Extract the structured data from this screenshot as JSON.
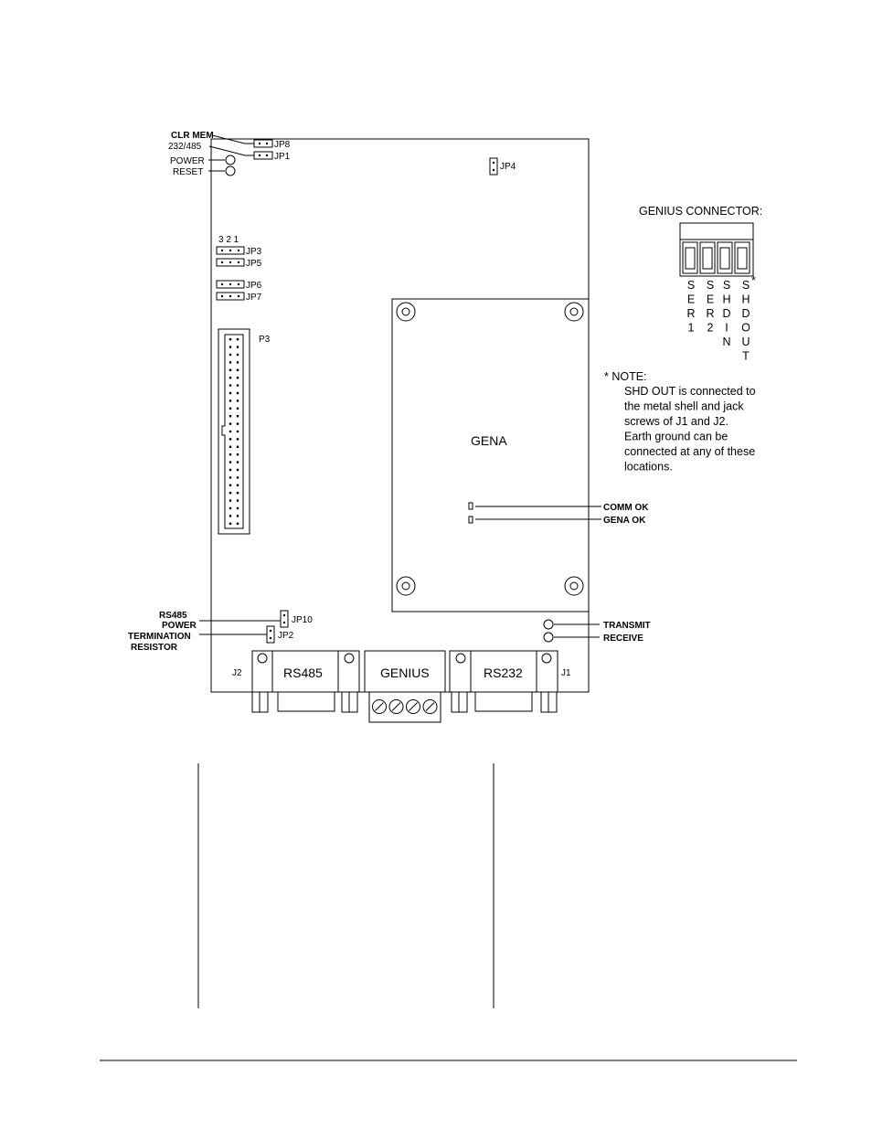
{
  "labels": {
    "clr_mem": "CLR MEM",
    "sel_232_485": "232/485",
    "power": "POWER",
    "reset": "RESET",
    "jp8": "JP8",
    "jp1": "JP1",
    "jp4": "JP4",
    "pin_numbers": "3 2 1",
    "jp3": "JP3",
    "jp5": "JP5",
    "jp6": "JP6",
    "jp7": "JP7",
    "p3": "P3",
    "gena": "GENA",
    "comm_ok": "COMM OK",
    "gena_ok": "GENA OK",
    "rs485_power_1": "RS485",
    "rs485_power_2": "POWER",
    "jp10": "JP10",
    "termination_1": "TERMINATION",
    "termination_2": "RESISTOR",
    "jp2": "JP2",
    "transmit": "TRANSMIT",
    "receive": "RECEIVE",
    "j2": "J2",
    "rs485": "RS485",
    "genius": "GENIUS",
    "rs232": "RS232",
    "j1": "J1"
  },
  "genius_connector": {
    "title": "GENIUS CONNECTOR:",
    "asterisk": "*",
    "pins": [
      [
        "S",
        "E",
        "R",
        "1"
      ],
      [
        "S",
        "E",
        "R",
        "2"
      ],
      [
        "S",
        "H",
        "D",
        "I",
        "N"
      ],
      [
        "S",
        "H",
        "D",
        "O",
        "U",
        "T"
      ]
    ]
  },
  "note": {
    "heading": "* NOTE:",
    "lines": [
      "SHD OUT is connected to",
      "the metal shell and jack",
      "screws of J1 and J2.",
      "Earth ground can be",
      "connected at any of these",
      "locations."
    ]
  }
}
